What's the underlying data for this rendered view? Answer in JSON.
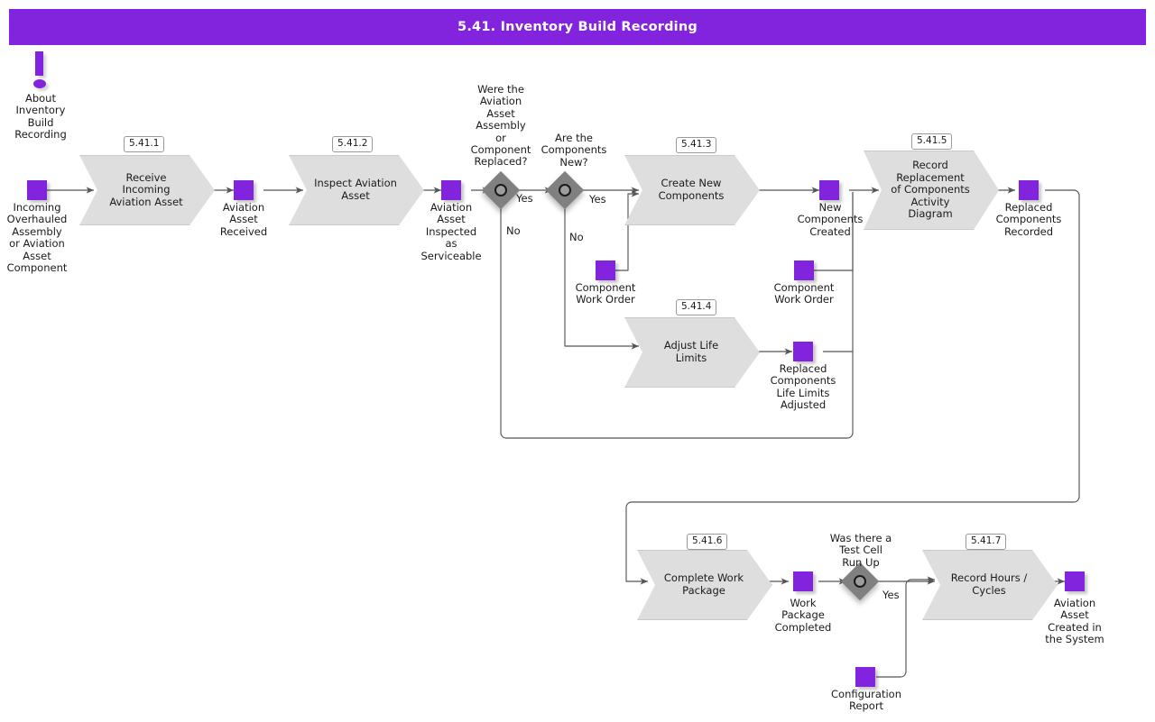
{
  "theme": {
    "brand": "#8223de",
    "node_fill": "#dedede",
    "node_stroke": "#c9c9c9",
    "wire": "#555555",
    "decision_fill": "#808080"
  },
  "header": {
    "title": "5.41. Inventory Build Recording"
  },
  "note": {
    "icon": "exclamation-mark-icon",
    "label": "About\nInventory\nBuild\nRecording"
  },
  "objects": {
    "start": {
      "label": "Incoming\nOverhauled\nAssembly\nor Aviation\nAsset\nComponent"
    },
    "asset_received": {
      "label": "Aviation\nAsset\nReceived"
    },
    "asset_inspected": {
      "label": "Aviation\nAsset\nInspected\nas\nServiceable"
    },
    "component_work_order_left": {
      "label": "Component\nWork Order"
    },
    "new_components_created": {
      "label": "New\nComponents\nCreated"
    },
    "component_work_order_right": {
      "label": "Component\nWork Order"
    },
    "replaced_life_limits": {
      "label": "Replaced\nComponents\nLife Limits\nAdjusted"
    },
    "replaced_recorded": {
      "label": "Replaced\nComponents\nRecorded"
    },
    "work_package_completed": {
      "label": "Work\nPackage\nCompleted"
    },
    "configuration_report": {
      "label": "Configuration\nReport"
    },
    "asset_created": {
      "label": "Aviation\nAsset\nCreated in\nthe System"
    }
  },
  "activities": [
    {
      "id": "5.41.1",
      "label": "Receive\nIncoming\nAviation Asset"
    },
    {
      "id": "5.41.2",
      "label": "Inspect Aviation\nAsset"
    },
    {
      "id": "5.41.3",
      "label": "Create New\nComponents"
    },
    {
      "id": "5.41.4",
      "label": "Adjust Life\nLimits"
    },
    {
      "id": "5.41.5",
      "label": "Record\nReplacement\nof Components\nActivity\nDiagram"
    },
    {
      "id": "5.41.6",
      "label": "Complete Work\nPackage"
    },
    {
      "id": "5.41.7",
      "label": "Record Hours /\nCycles"
    }
  ],
  "decisions": [
    {
      "key": "replaced",
      "label": "Were the\nAviation\nAsset\nAssembly\nor\nComponent\nReplaced?",
      "yes": "Yes",
      "no": "No"
    },
    {
      "key": "new",
      "label": "Are the\nComponents\nNew?",
      "yes": "Yes",
      "no": "No"
    },
    {
      "key": "testcell",
      "label": "Was there a\nTest Cell\nRun Up",
      "yes": "Yes"
    }
  ]
}
